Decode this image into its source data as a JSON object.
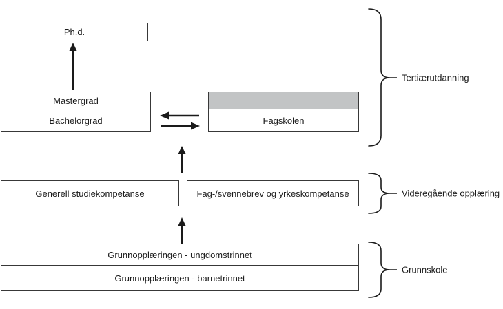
{
  "boxes": {
    "phd": "Ph.d.",
    "mastergrad": "Mastergrad",
    "bachelorgrad": "Bachelorgrad",
    "fagskolen": "Fagskolen",
    "generell_studiekompetanse": "Generell studiekompetanse",
    "fag_svennebrev": "Fag-/svennebrev og yrkeskompetanse",
    "ungdomstrinnet": "Grunnopplæringen - ungdomstrinnet",
    "barnetrinnet": "Grunnopplæringen - barnetrinnet"
  },
  "brace_labels": {
    "tertiary": "Tertiærutdanning",
    "upper_secondary": "Videregående opplæring",
    "primary": "Grunnskole"
  },
  "colors": {
    "background": "#ffffff",
    "border": "#383838",
    "fill_white": "#ffffff",
    "fill_gray": "#c2c4c5",
    "line": "#1a1a1a",
    "text": "#1c1c1c"
  }
}
